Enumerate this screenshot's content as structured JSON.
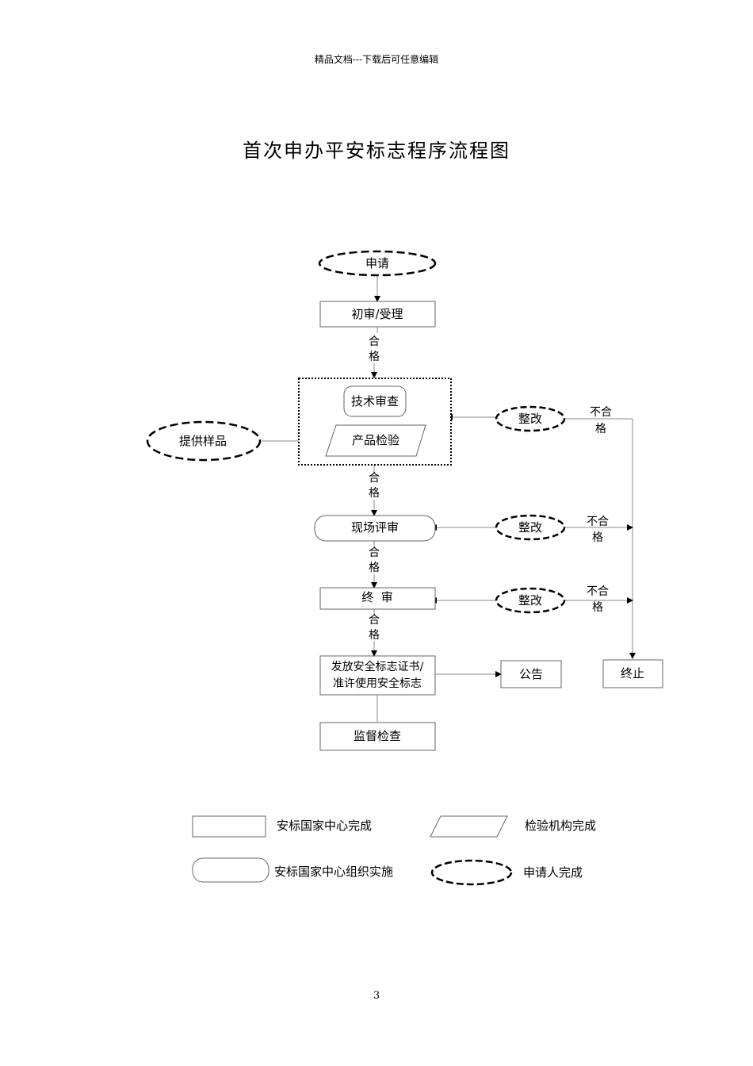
{
  "header": {
    "note": "精品文档---下载后可任意编辑"
  },
  "title": "首次申办平安标志程序流程图",
  "flow": {
    "apply": "申请",
    "initial_review": "初审/受理",
    "pass_label": [
      "合",
      "格"
    ],
    "tech_review": "技术审查",
    "product_test": "产品检验",
    "provide_sample": "提供样品",
    "rectify": "整改",
    "fail_label": [
      "不合",
      "格"
    ],
    "onsite_review": "现场评审",
    "final_review": "终  审",
    "issue_line1": "发放安全标志证书/",
    "issue_line2": "准许使用安全标志",
    "announce": "公告",
    "terminate": "终止",
    "supervise": "监督检查"
  },
  "legend": {
    "rect": "安标国家中心完成",
    "parallelogram": "检验机构完成",
    "rounded": "安标国家中心组织实施",
    "ellipse": "申请人完成"
  },
  "page_number": "3"
}
